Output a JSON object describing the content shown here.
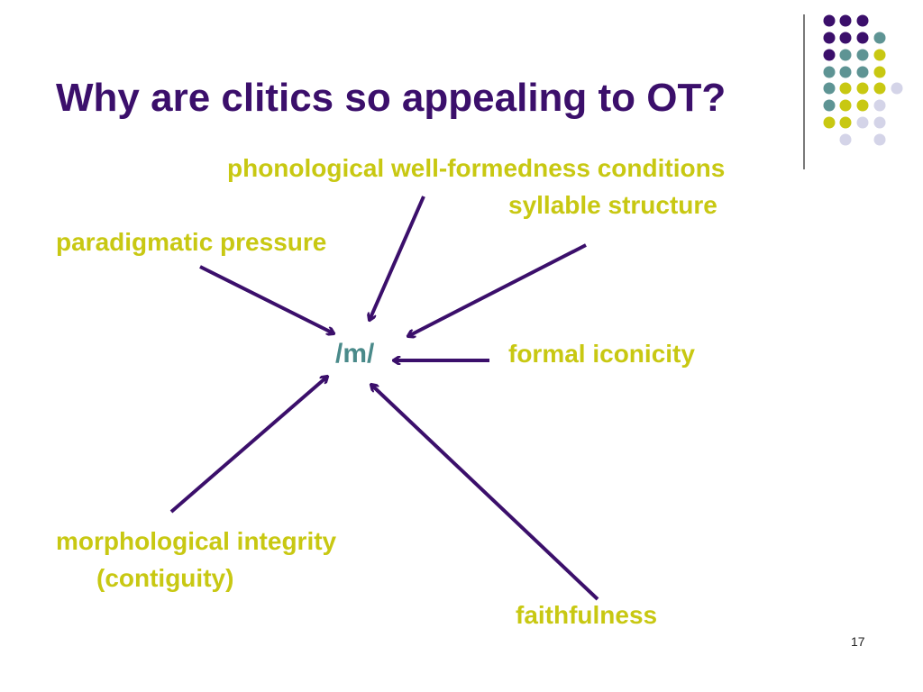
{
  "slide": {
    "title": "Why are clitics so appealing to OT?",
    "page_number": "17"
  },
  "diagram": {
    "center": "/m/",
    "labels": {
      "phonological": "phonological well-formedness conditions",
      "syllable": "syllable structure",
      "paradigmatic": "paradigmatic pressure",
      "formal": "formal iconicity",
      "morphological": "morphological integrity",
      "contiguity": "(contiguity)",
      "faithfulness": "faithfulness"
    }
  },
  "colors": {
    "title": "#3b0f6b",
    "label": "#c8c812",
    "center": "#4a8a8a",
    "arrow": "#3b0f6b",
    "dot_purple": "#3b0f6b",
    "dot_teal": "#5e9494",
    "dot_yellow": "#c8c812",
    "dot_lavender": "#d4d4e8"
  }
}
